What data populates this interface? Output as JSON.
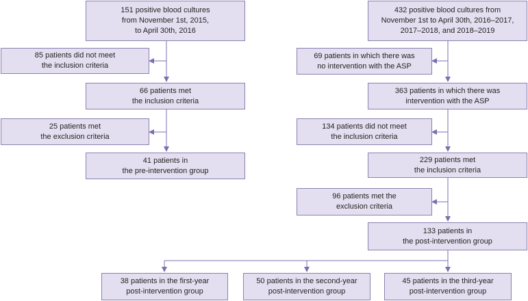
{
  "colors": {
    "box_fill": "#e4dff0",
    "box_border": "#8a7fb0",
    "connector": "#7a6fb0",
    "text": "#222222"
  },
  "left": {
    "start": "151 positive blood cultures\nfrom November 1st, 2015,\nto April 30th, 2016",
    "excluded_1": "85 patients did not meet\nthe inclusion criteria",
    "met_inclusion": "66 patients met\nthe inclusion criteria",
    "excluded_2": "25 patients met\nthe exclusion criteria",
    "final": "41 patients in\nthe pre-intervention group"
  },
  "right": {
    "start": "432 positive blood cultures from\nNovember 1st to April 30th, 2016–2017,\n2017–2018, and 2018–2019",
    "excluded_1": "69 patients in which there was\nno intervention with the ASP",
    "intervention": "363 patients in which there was\nintervention with the ASP",
    "excluded_2": "134 patients did not meet\nthe inclusion criteria",
    "met_inclusion": "229 patients met\nthe inclusion criteria",
    "excluded_3": "96 patients met the\nexclusion criteria",
    "final": "133 patients in\nthe post-intervention group"
  },
  "bottom": {
    "year1": "38 patients in the first-year\npost-intervention group",
    "year2": "50 patients in the second-year\npost-intervention group",
    "year3": "45 patients in the third-year\npost-intervention group"
  }
}
